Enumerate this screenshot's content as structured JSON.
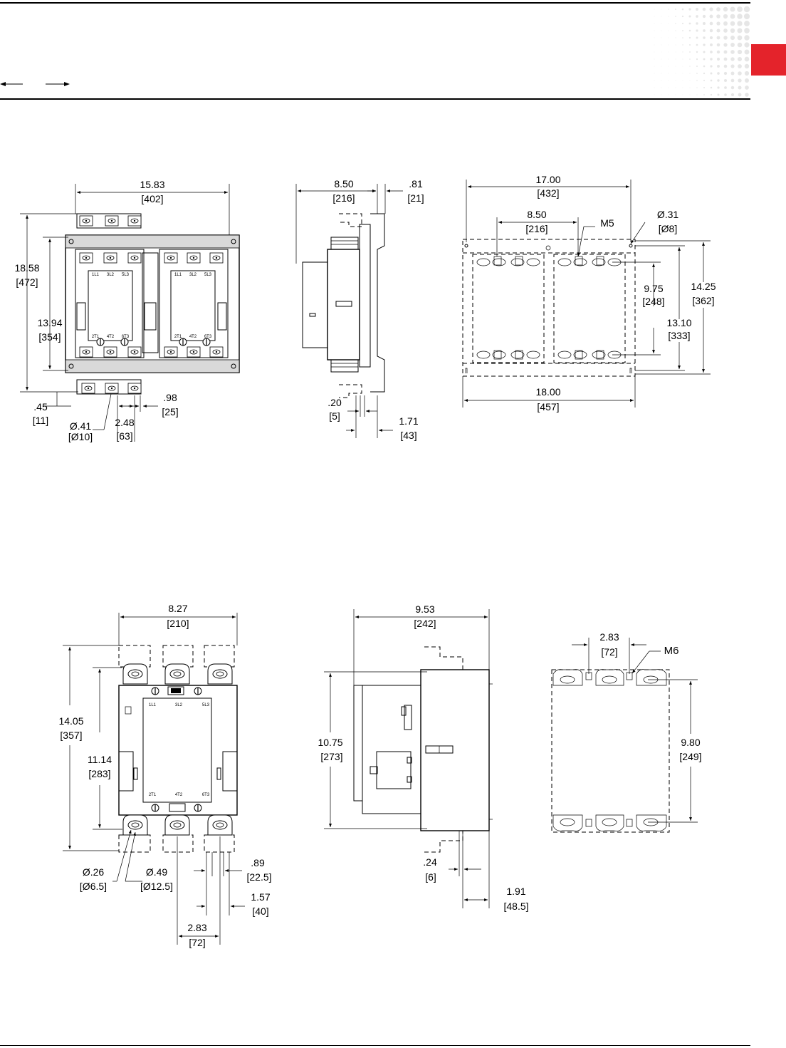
{
  "header": {
    "brand_color": "#e4232b",
    "nav_arrows": [
      "arrow-left-icon",
      "arrow-right-icon"
    ]
  },
  "drawing1": {
    "front": {
      "width": "15.83",
      "width_mm": "[402]",
      "height_total": "18.58",
      "height_total_mm": "[472]",
      "height_mount": "13.94",
      "height_mount_mm": "[354]",
      "bottom_offset": ".45",
      "bottom_offset_mm": "[11]",
      "hole": "Ø.41",
      "hole_mm": "[Ø10]",
      "pitch": "2.48",
      "pitch_mm": "[63]",
      "terminal": ".98",
      "terminal_mm": "[25]",
      "left_coil": [
        "1L1",
        "3L2",
        "5L3",
        "2T1",
        "4T2",
        "6T3"
      ],
      "right_coil": [
        "1L1",
        "3L2",
        "5L3",
        "2T1",
        "4T2",
        "6T3"
      ]
    },
    "side": {
      "depth": "8.50",
      "depth_mm": "[216]",
      "rear": ".81",
      "rear_mm": "[21]",
      "gap": ".20",
      "gap_mm": "[5]",
      "offset": "1.71",
      "offset_mm": "[43]"
    },
    "mounting": {
      "width": "17.00",
      "width_mm": "[432]",
      "half": "8.50",
      "half_mm": "[216]",
      "screw": "M5",
      "hole": "Ø.31",
      "hole_mm": "[Ø8]",
      "inner_h": "9.75",
      "inner_h_mm": "[248]",
      "outer_h": "14.25",
      "outer_h_mm": "[362]",
      "mid_h": "13.10",
      "mid_h_mm": "[333]",
      "base_w": "18.00",
      "base_w_mm": "[457]"
    }
  },
  "drawing2": {
    "front": {
      "width": "8.27",
      "width_mm": "[210]",
      "height_total": "14.05",
      "height_total_mm": "[357]",
      "height_mount": "11.14",
      "height_mount_mm": "[283]",
      "hole_small": "Ø.26",
      "hole_small_mm": "[Ø6.5]",
      "hole_large": "Ø.49",
      "hole_large_mm": "[Ø12.5]",
      "terminal": ".89",
      "terminal_mm": "[22.5]",
      "terminal2": "1.57",
      "terminal2_mm": "[40]",
      "pitch": "2.83",
      "pitch_mm": "[72]",
      "coil": [
        "1L1",
        "3L2",
        "5L3",
        "2T1",
        "4T2",
        "6T3"
      ]
    },
    "side": {
      "depth": "9.53",
      "depth_mm": "[242]",
      "height": "10.75",
      "height_mm": "[273]",
      "gap": ".24",
      "gap_mm": "[6]",
      "offset": "1.91",
      "offset_mm": "[48.5]"
    },
    "mounting": {
      "pitch": "2.83",
      "pitch_mm": "[72]",
      "screw": "M6",
      "height": "9.80",
      "height_mm": "[249]"
    }
  }
}
